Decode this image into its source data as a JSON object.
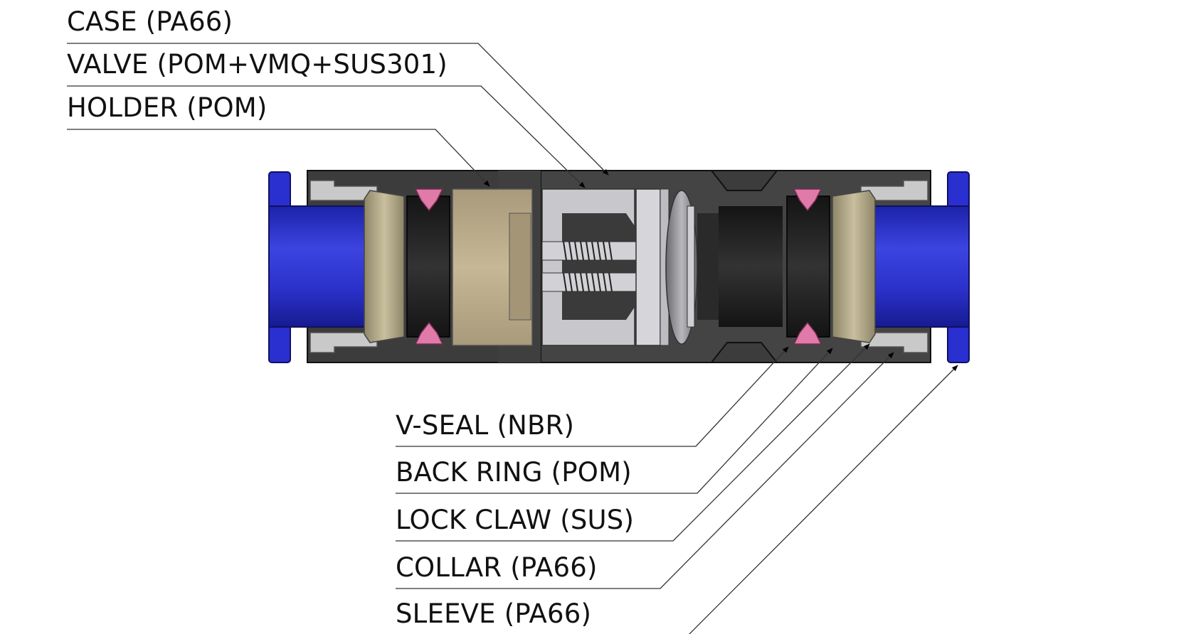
{
  "diagram": {
    "labels_top": [
      {
        "id": "case",
        "text": "CASE (PA66)"
      },
      {
        "id": "valve",
        "text": "VALVE (POM+VMQ+SUS301)"
      },
      {
        "id": "holder",
        "text": "HOLDER (POM)"
      }
    ],
    "labels_bottom": [
      {
        "id": "v-seal",
        "text": "V-SEAL (NBR)"
      },
      {
        "id": "back-ring",
        "text": "BACK RING (POM)"
      },
      {
        "id": "lock-claw",
        "text": "LOCK CLAW (SUS)"
      },
      {
        "id": "collar",
        "text": "COLLAR (PA66)"
      },
      {
        "id": "sleeve",
        "text": "SLEEVE (PA66)"
      }
    ],
    "colors": {
      "case": "#3a3a3a",
      "sleeve": "#2a2fd0",
      "holder": "#b9ab8c",
      "valve": "#c8c8cc",
      "v_seal": "#1c1c1c",
      "back_ring": "#e07aa8",
      "collar": "#c9c9c9",
      "lock_claw": "#9d9477"
    }
  }
}
